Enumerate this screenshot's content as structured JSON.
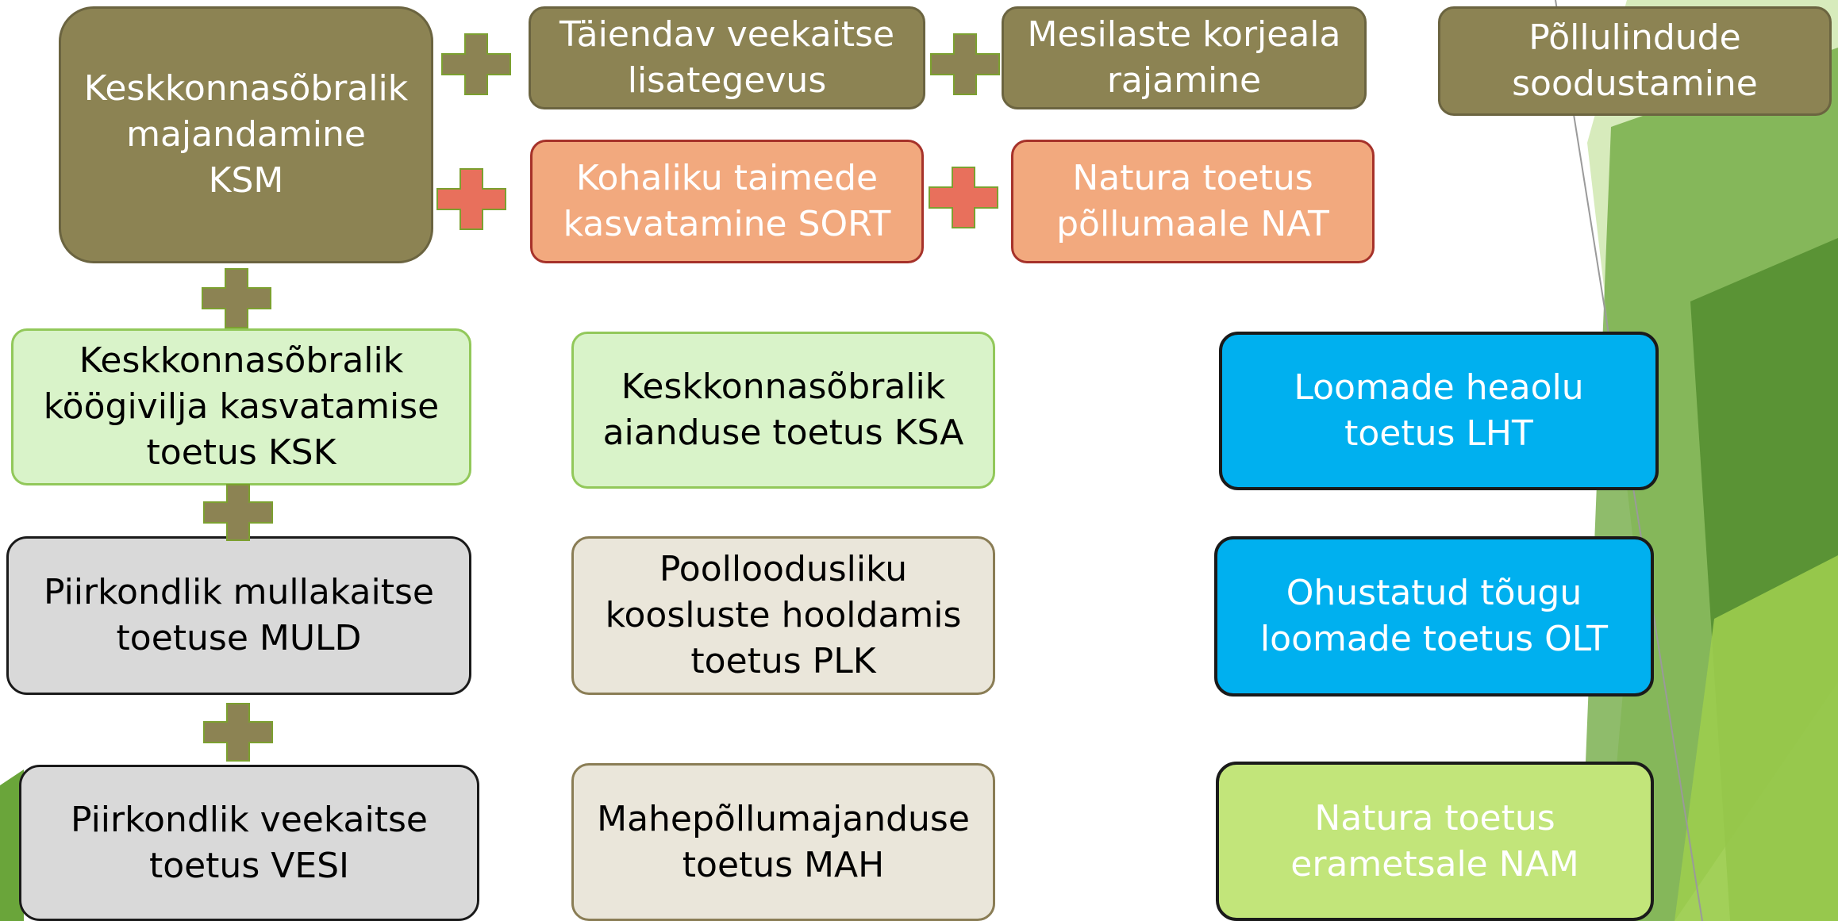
{
  "colors": {
    "olive": "#8c8353",
    "salmon": "#f2a97e",
    "light_green": "#d9f3c9",
    "blue": "#00b0ef",
    "grey": "#d9d9d9",
    "beige": "#eae6da",
    "lime": "#c2e57a",
    "plus_olive": "#8c8353",
    "plus_red": "#e8705c"
  },
  "boxes": {
    "ksm": "Keskkonnasõbralik\nmajandamine\nKSM",
    "veekaitse_lisa": "Täiendav veekaitse\nlisategevus",
    "mesilased": "Mesilaste korjeala\nrajamine",
    "pollulinnud": "Põllulindude\nsoodustamine",
    "sort": "Kohaliku taimede\nkasvatamine SORT",
    "nat": "Natura  toetus\npõllumaale NAT",
    "ksk": "Keskkonnasõbralik\nköögivilja kasvatamise\ntoetus KSK",
    "ksa": "Keskkonnasõbralik\naianduse toetus KSA",
    "lht": "Loomade heaolu\ntoetus LHT",
    "muld": "Piirkondlik mullakaitse\ntoetuse MULD",
    "plk": "Poolloodusliku\nkoosluste hooldamis\ntoetus PLK",
    "olt": "Ohustatud tõugu\nloomade toetus OLT",
    "vesi": "Piirkondlik veekaitse\ntoetus VESI",
    "mah": "Mahepõllumajanduse\ntoetus MAH",
    "nam": "Natura toetus\nerametsale NAM"
  },
  "icons": {
    "plus": "plus-icon"
  }
}
